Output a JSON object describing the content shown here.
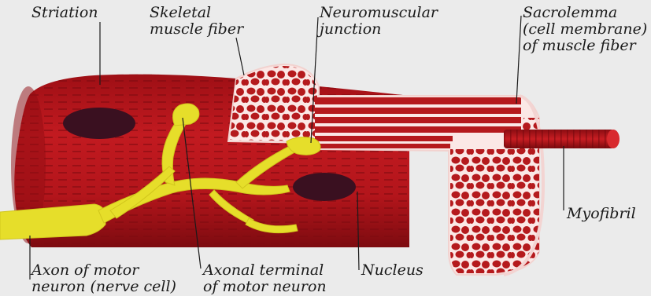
{
  "labels": {
    "striation": "Striation",
    "skeletal_muscle_fiber": [
      "Skeletal",
      "muscle fiber"
    ],
    "neuromuscular_junction": [
      "Neuromuscular",
      "junction"
    ],
    "sarcolemma": [
      "Sacrolemma",
      "(cell membrane)",
      "of muscle fiber"
    ],
    "myofibril": "Myofibril",
    "axon": [
      "Axon of motor",
      "neuron (nerve cell)"
    ],
    "axonal_terminal": [
      "Axonal terminal",
      "of motor neuron"
    ],
    "nucleus": "Nucleus"
  },
  "colors": {
    "background": "#ebebeb",
    "muscle": "#b0141b",
    "muscle_dark": "#8c0d12",
    "cut_face": "#fbe8e6",
    "myofibril_cell": "#b51a1d",
    "nerve": "#e6de2a",
    "nucleus": "#3a1020",
    "leader_line": "#1a1a1a"
  }
}
